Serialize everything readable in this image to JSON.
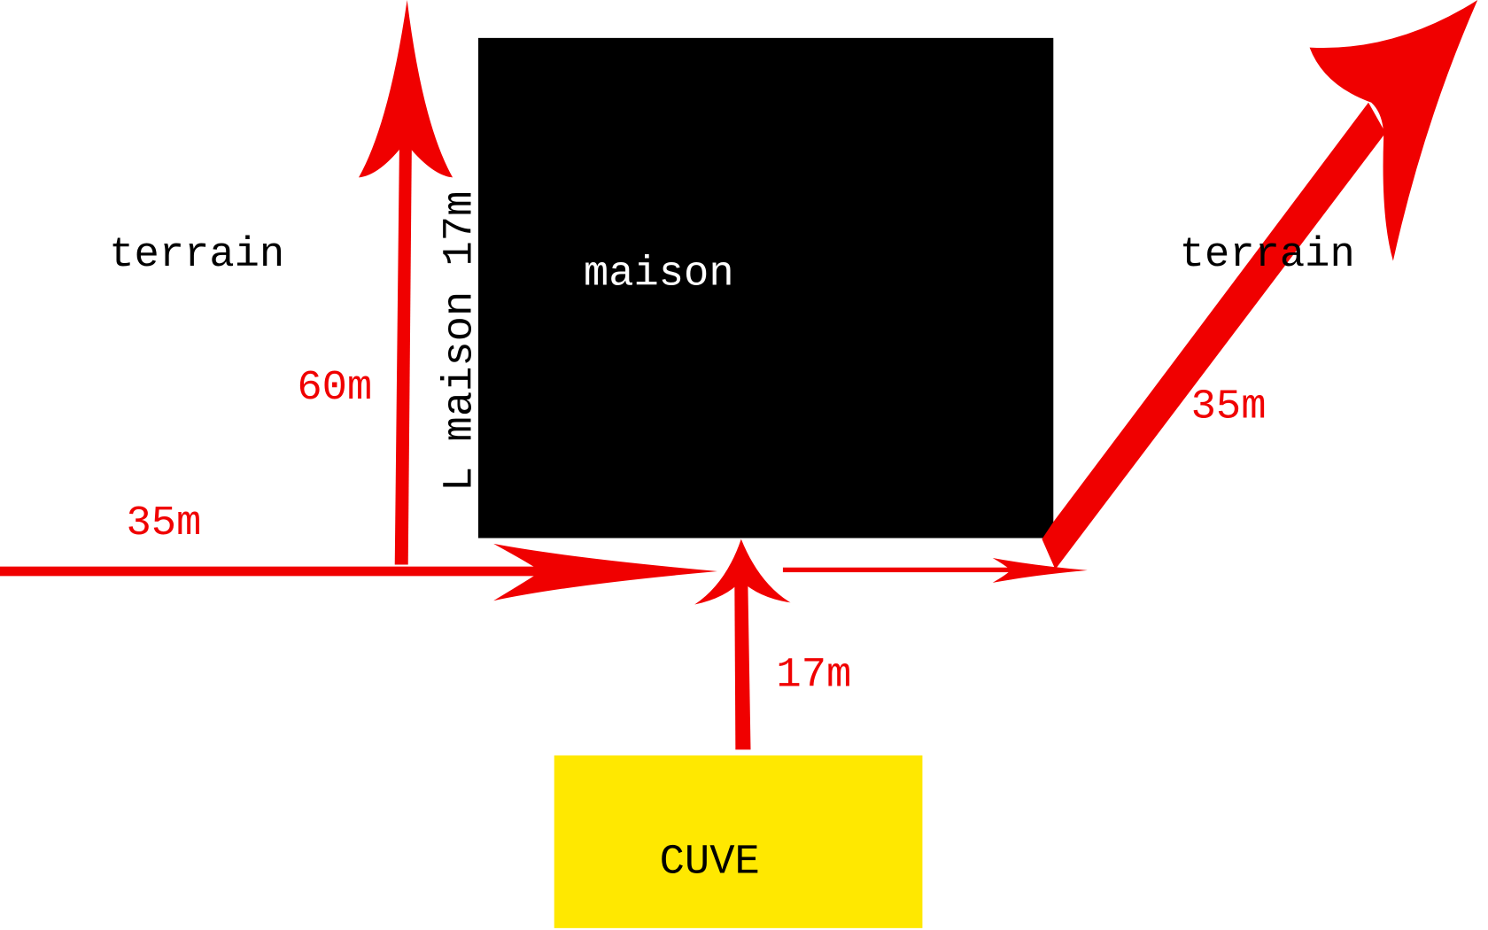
{
  "colors": {
    "arrow": "#f00000",
    "house": "#000000",
    "tank": "#ffe800",
    "text": "#000000",
    "house_text": "#ffffff"
  },
  "labels": {
    "house": "maison",
    "terrain_left": "terrain",
    "terrain_right": "terrain",
    "house_length": "L maison 17m",
    "dist_up": "60m",
    "dist_left": "35m",
    "dist_diag": "35m",
    "dist_tank": "17m",
    "tank": "CUVE"
  }
}
